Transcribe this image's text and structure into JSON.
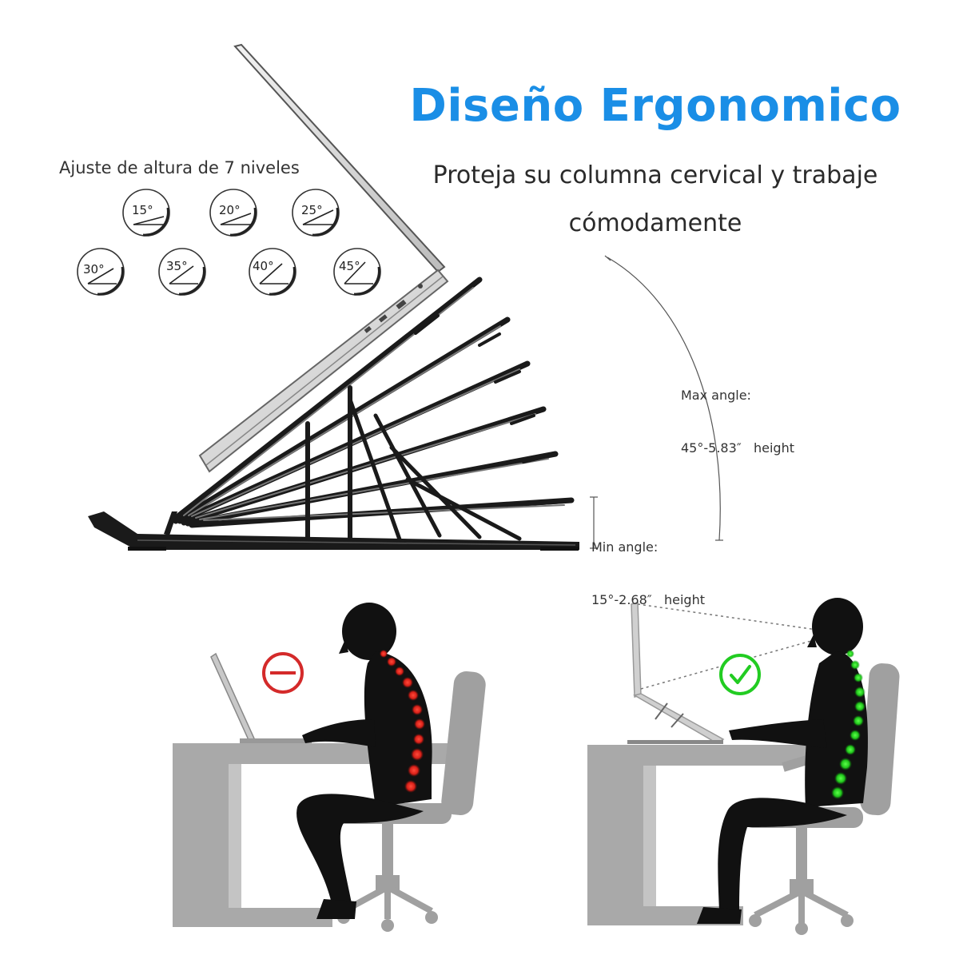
{
  "title": "Diseño Ergonomico",
  "subtitle": "Proteja su columna cervical y trabaje cómodamente",
  "adjust_label": "Ajuste de altura de 7 niveles",
  "angles": [
    "15°",
    "20°",
    "25°",
    "30°",
    "35°",
    "40°",
    "45°"
  ],
  "max_angle": {
    "line1": "Max angle:",
    "line2": "45°-5.83″   height"
  },
  "min_angle": {
    "line1": "Min angle:",
    "line2": "15°-2.68″   height"
  },
  "colors": {
    "title_blue": "#1a8ee6",
    "bad_red": "#d42a2a",
    "good_green": "#22cc22",
    "desk_gray": "#a9a9a9",
    "chair_gray": "#a0a0a0",
    "silhouette": "#111111"
  },
  "icons": {
    "bad": "no-entry-icon",
    "good": "checkmark-icon"
  }
}
